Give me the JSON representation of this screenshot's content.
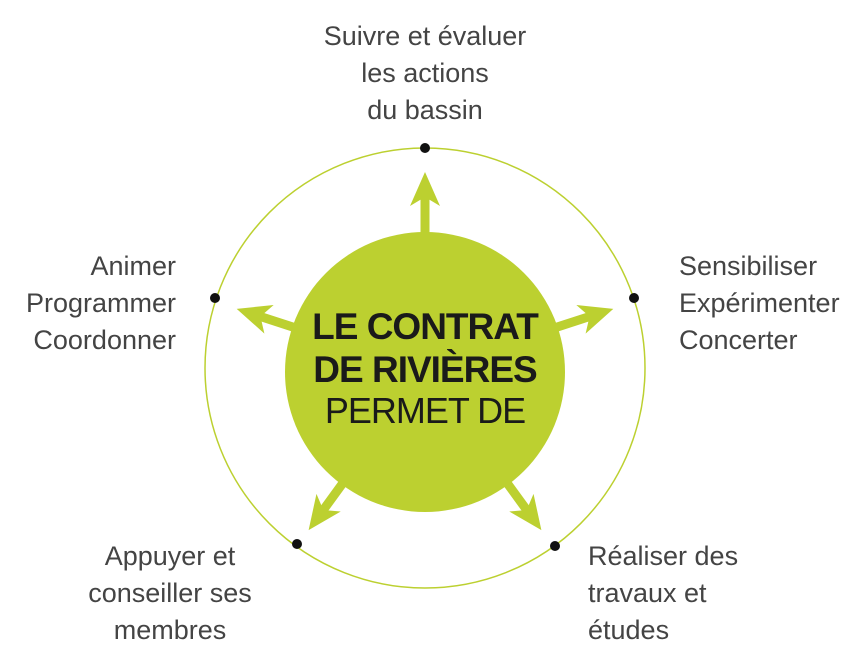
{
  "colors": {
    "accent": "#bcd030",
    "text": "#444444",
    "dot": "#111111"
  },
  "center": {
    "line1": "LE CONTRAT",
    "line2": "DE RIVIÈRES",
    "line3": "PERMET DE"
  },
  "labels": {
    "top": [
      "Suivre et évaluer",
      "les actions",
      "du bassin"
    ],
    "left": [
      "Animer",
      "Programmer",
      "Coordonner"
    ],
    "right": [
      "Sensibiliser",
      "Expérimenter",
      "Concerter"
    ],
    "bottom_left": [
      "Appuyer et",
      "conseiller ses",
      "membres"
    ],
    "bottom_right": [
      "Réaliser des",
      "travaux et",
      "études"
    ]
  }
}
